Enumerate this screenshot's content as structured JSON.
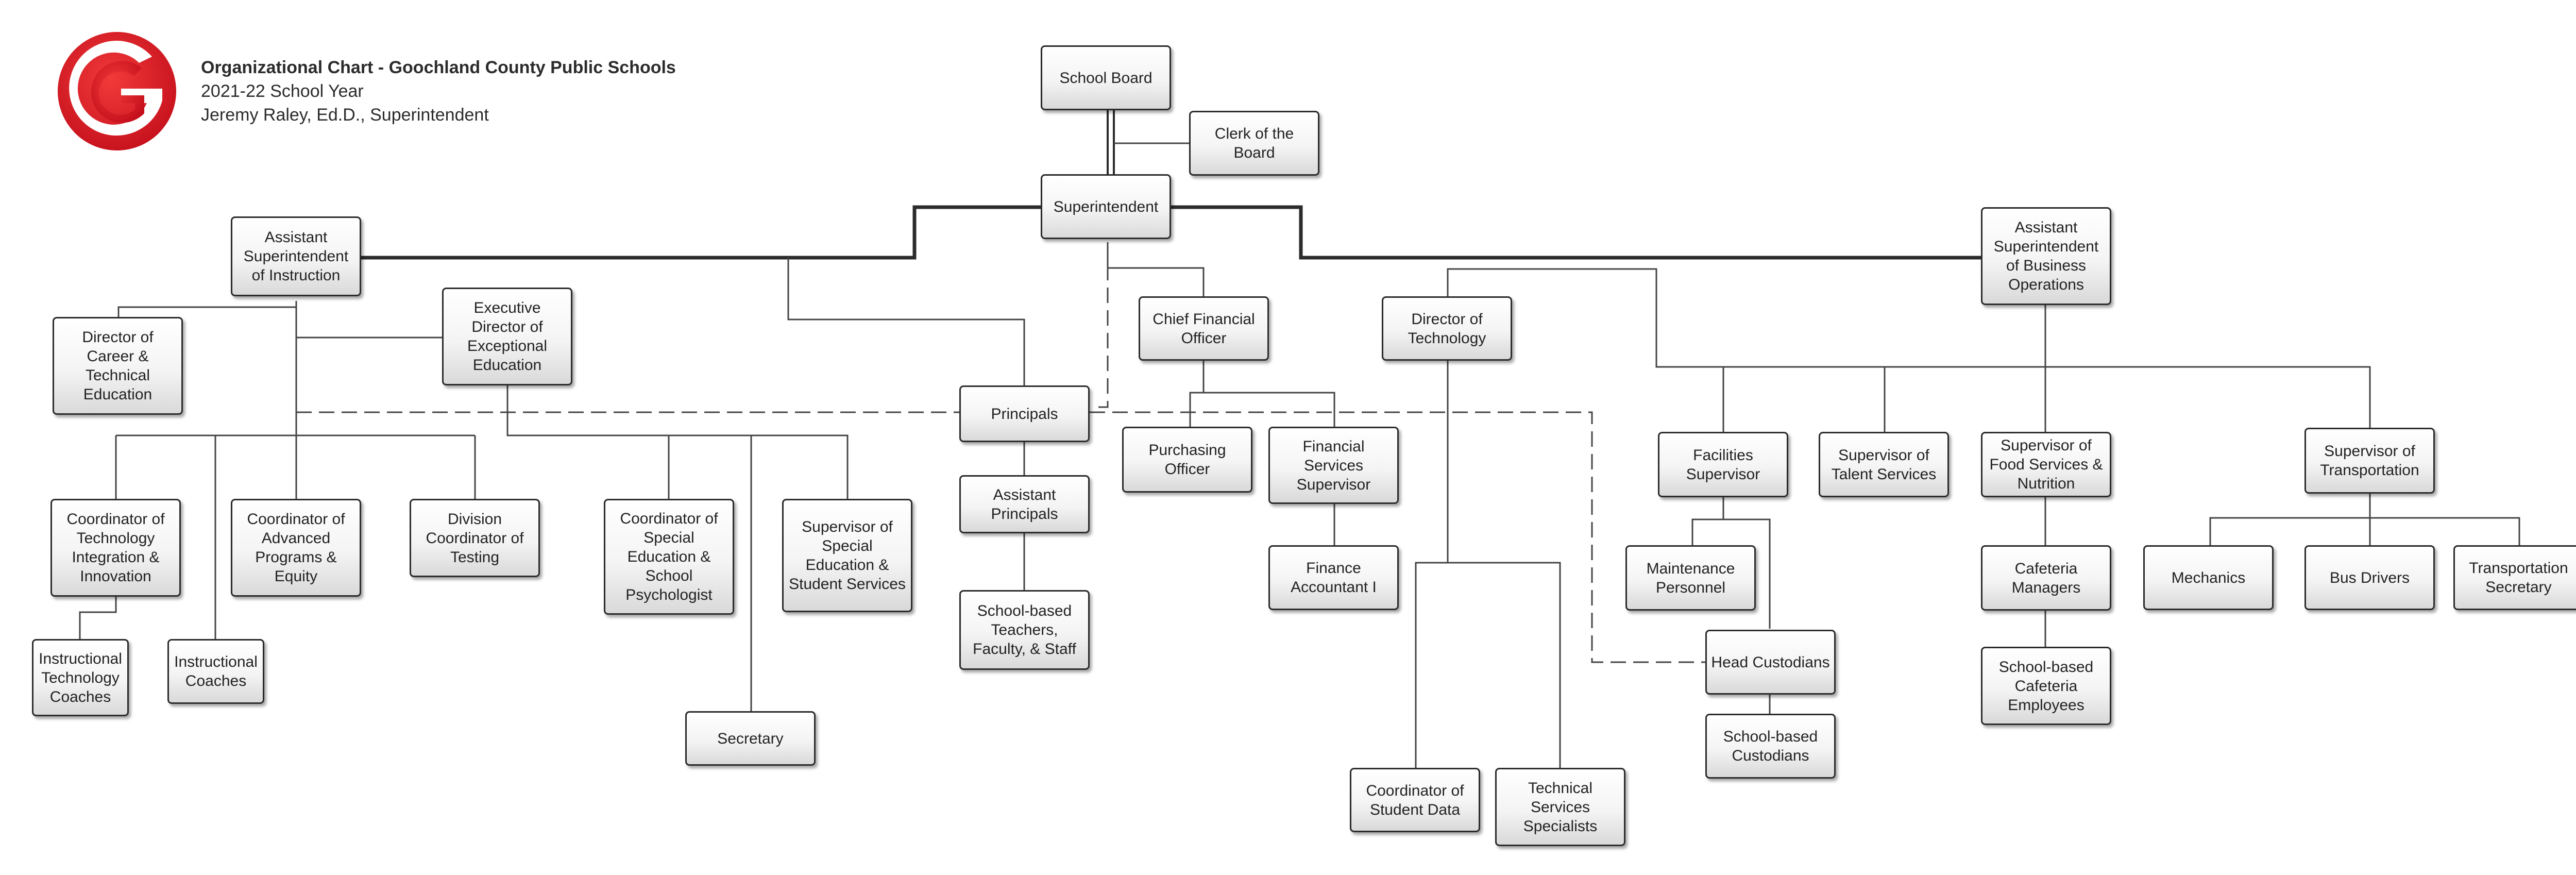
{
  "header": {
    "title": "Organizational Chart - Goochland County Public Schools",
    "year": "2021-22 School Year",
    "superintendent": "Jeremy Raley, Ed.D., Superintendent"
  },
  "logo": {
    "letter": "G",
    "color": "#e01e2b"
  },
  "colors": {
    "line": "#2b2b2b",
    "box_border": "#2b2b2b"
  },
  "nodes": {
    "school_board": "School Board",
    "clerk": "Clerk of the Board",
    "superintendent": "Superintendent",
    "asst_instruction": "Assistant Superintendent of Instruction",
    "asst_business": "Assistant Superintendent of Business Operations",
    "dir_career": "Director of Career & Technical Education",
    "exec_exceptional": "Executive Director of Exceptional Education",
    "coord_tech": "Coordinator of Technology Integration & Innovation",
    "coord_advanced": "Coordinator of Advanced Programs & Equity",
    "div_testing": "Division Coordinator of Testing",
    "coord_sped": "Coordinator of Special Education & School Psychologist",
    "sup_sped": "Supervisor of Special Education & Student Services",
    "inst_tech_coaches": "Instructional Technology Coaches",
    "inst_coaches": "Instructional Coaches",
    "secretary": "Secretary",
    "principals": "Principals",
    "asst_principals": "Assistant Principals",
    "school_teachers": "School-based Teachers, Faculty, & Staff",
    "cfo": "Chief Financial Officer",
    "purchasing": "Purchasing Officer",
    "fin_services": "Financial Services Supervisor",
    "fin_accountant": "Finance Accountant I",
    "dir_tech": "Director of Technology",
    "coord_student_data": "Coordinator of Student Data",
    "tech_specialists": "Technical Services Specialists",
    "facilities": "Facilities Supervisor",
    "maintenance": "Maintenance Personnel",
    "head_custodians": "Head Custodians",
    "school_custodians": "School-based Custodians",
    "talent": "Supervisor of Talent Services",
    "food": "Supervisor of Food Services & Nutrition",
    "cafeteria_managers": "Cafeteria Managers",
    "cafeteria_employees": "School-based Cafeteria Employees",
    "transportation": "Supervisor of Transportation",
    "mechanics": "Mechanics",
    "bus_drivers": "Bus Drivers",
    "transport_secretary": "Transportation Secretary"
  }
}
